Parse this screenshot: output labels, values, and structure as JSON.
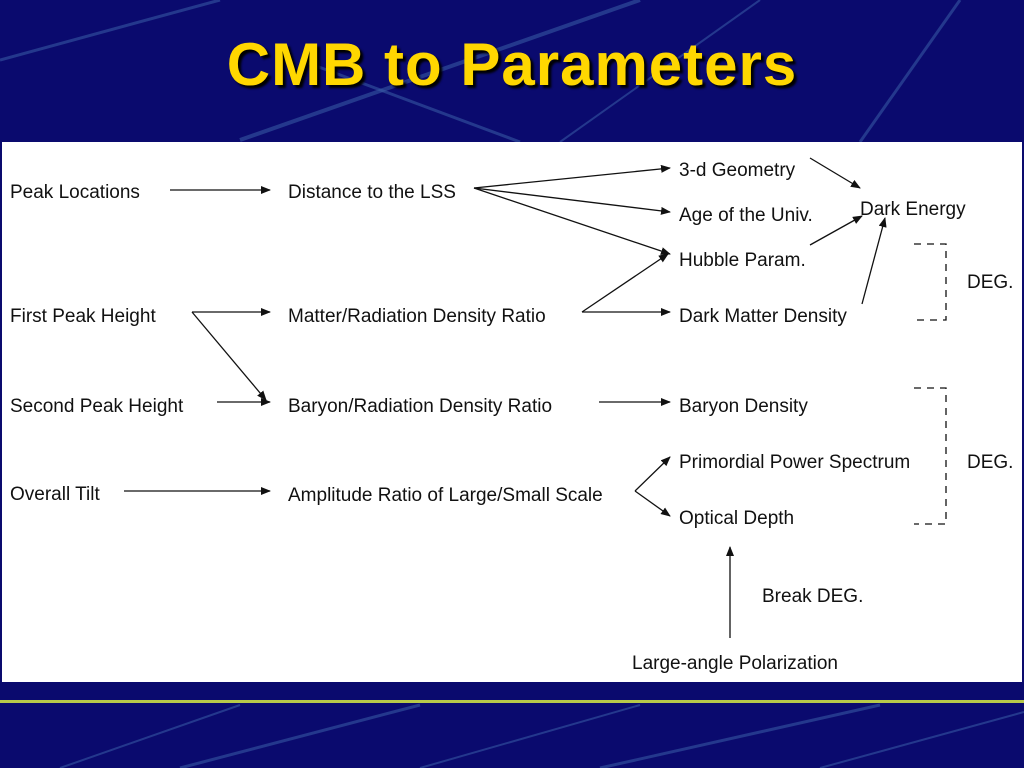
{
  "slide": {
    "title": "CMB to Parameters"
  },
  "diagram": {
    "observables": {
      "peak_locations": "Peak Locations",
      "first_peak_height": "First Peak Height",
      "second_peak_height": "Second Peak Height",
      "overall_tilt": "Overall Tilt"
    },
    "intermediates": {
      "distance_lss": "Distance to the LSS",
      "matter_radiation": "Matter/Radiation Density Ratio",
      "baryon_radiation": "Baryon/Radiation Density Ratio",
      "amplitude_ratio": "Amplitude Ratio of Large/Small Scale"
    },
    "parameters": {
      "geometry": "3-d Geometry",
      "age": "Age of the Univ.",
      "hubble": "Hubble Param.",
      "dark_matter": "Dark Matter Density",
      "baryon_density": "Baryon Density",
      "primordial": "Primordial Power Spectrum",
      "optical_depth": "Optical Depth"
    },
    "dark_energy": "Dark Energy",
    "deg_upper": "DEG.",
    "deg_lower": "DEG.",
    "break_deg": "Break DEG.",
    "polarization": "Large-angle Polarization"
  }
}
